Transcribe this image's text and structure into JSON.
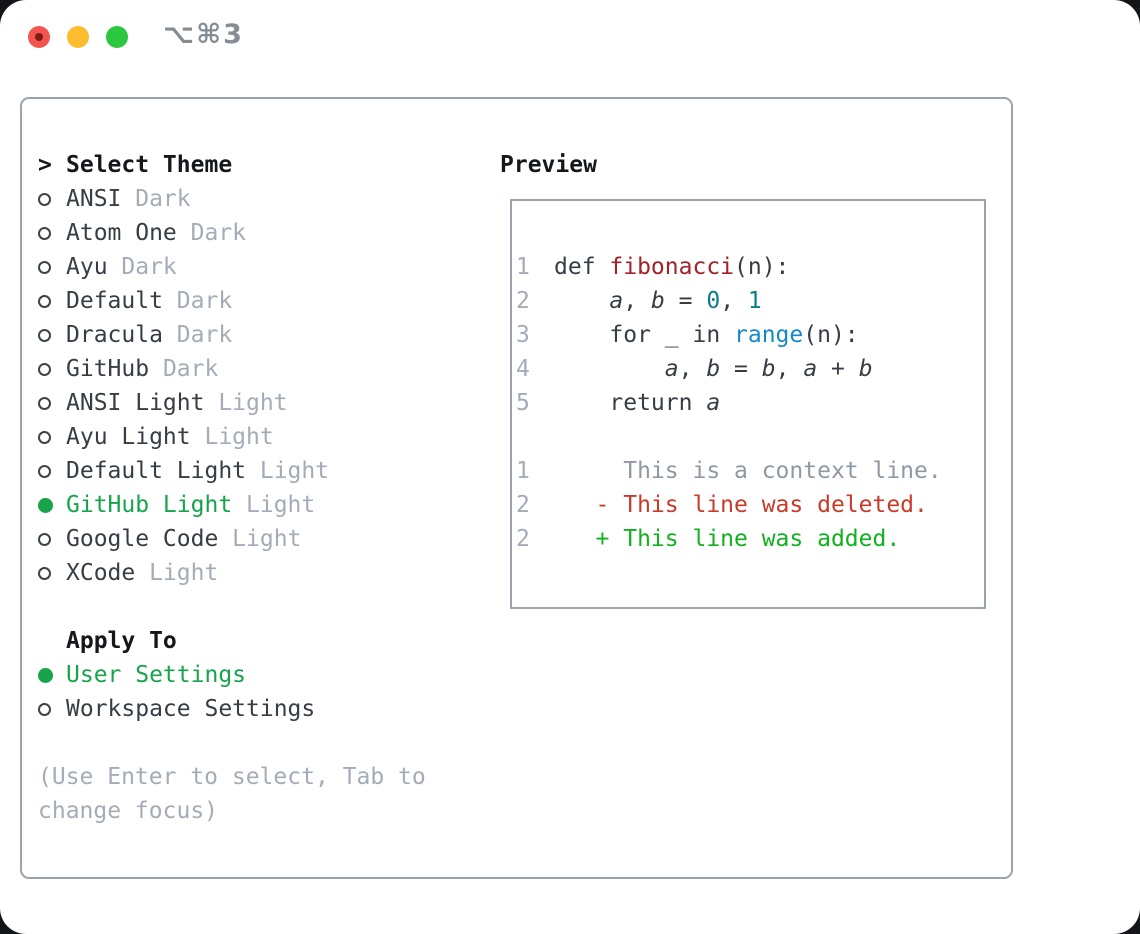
{
  "window": {
    "title": "⌥⌘3",
    "traffic_lights": [
      "close",
      "minimize",
      "zoom"
    ]
  },
  "theme_picker": {
    "header_prefix": ">",
    "header_label": "Select Theme",
    "items": [
      {
        "name": "ANSI",
        "variant": "Dark",
        "selected": false
      },
      {
        "name": "Atom One",
        "variant": "Dark",
        "selected": false
      },
      {
        "name": "Ayu",
        "variant": "Dark",
        "selected": false
      },
      {
        "name": "Default",
        "variant": "Dark",
        "selected": false
      },
      {
        "name": "Dracula",
        "variant": "Dark",
        "selected": false
      },
      {
        "name": "GitHub",
        "variant": "Dark",
        "selected": false
      },
      {
        "name": "ANSI Light",
        "variant": "Light",
        "selected": false
      },
      {
        "name": "Ayu Light",
        "variant": "Light",
        "selected": false
      },
      {
        "name": "Default Light",
        "variant": "Light",
        "selected": false
      },
      {
        "name": "GitHub Light",
        "variant": "Light",
        "selected": true
      },
      {
        "name": "Google Code",
        "variant": "Light",
        "selected": false
      },
      {
        "name": "XCode",
        "variant": "Light",
        "selected": false
      }
    ],
    "apply_to_label": "Apply To",
    "apply_options": [
      {
        "label": "User Settings",
        "selected": true
      },
      {
        "label": "Workspace Settings",
        "selected": false
      }
    ],
    "footer_hint": "(Use Enter to select, Tab to change focus)"
  },
  "preview": {
    "title": "Preview",
    "lines": [
      {
        "num": "1",
        "segments": [
          {
            "t": "def ",
            "s": "code"
          },
          {
            "t": "fibonacci",
            "s": "func"
          },
          {
            "t": "(n):",
            "s": "code"
          }
        ]
      },
      {
        "num": "2",
        "segments": [
          {
            "t": "    ",
            "s": "code"
          },
          {
            "t": "a",
            "s": "var"
          },
          {
            "t": ", ",
            "s": "code"
          },
          {
            "t": "b",
            "s": "var"
          },
          {
            "t": " = ",
            "s": "code"
          },
          {
            "t": "0",
            "s": "num"
          },
          {
            "t": ", ",
            "s": "code"
          },
          {
            "t": "1",
            "s": "num"
          }
        ]
      },
      {
        "num": "3",
        "segments": [
          {
            "t": "    for _ in ",
            "s": "code"
          },
          {
            "t": "range",
            "s": "builtin"
          },
          {
            "t": "(n):",
            "s": "code"
          }
        ]
      },
      {
        "num": "4",
        "segments": [
          {
            "t": "        ",
            "s": "code"
          },
          {
            "t": "a",
            "s": "var"
          },
          {
            "t": ", ",
            "s": "code"
          },
          {
            "t": "b",
            "s": "var"
          },
          {
            "t": " = ",
            "s": "code"
          },
          {
            "t": "b",
            "s": "var"
          },
          {
            "t": ", ",
            "s": "code"
          },
          {
            "t": "a",
            "s": "var"
          },
          {
            "t": " + ",
            "s": "code"
          },
          {
            "t": "b",
            "s": "var"
          }
        ]
      },
      {
        "num": "5",
        "segments": [
          {
            "t": "    return ",
            "s": "code"
          },
          {
            "t": "a",
            "s": "var"
          }
        ]
      },
      {
        "num": "",
        "segments": []
      },
      {
        "num": "1",
        "segments": [
          {
            "t": "     This is a context line.",
            "s": "context"
          }
        ]
      },
      {
        "num": "2",
        "segments": [
          {
            "t": "   ",
            "s": "code"
          },
          {
            "t": "- This line was deleted.",
            "s": "deleted"
          }
        ]
      },
      {
        "num": "2",
        "segments": [
          {
            "t": "   ",
            "s": "code"
          },
          {
            "t": "+ This line was added.",
            "s": "added"
          }
        ]
      }
    ]
  },
  "colors": {
    "selected_green": "#17a44b",
    "added_green": "#13b120",
    "deleted_red": "#c83a2a",
    "function_red": "#a32128",
    "number_teal": "#0e7d88",
    "builtin_blue": "#1389c9",
    "muted_gray": "#a4acb8",
    "text_dark": "#363d45",
    "border_gray": "#9aa3ae",
    "traffic_red": "#f2544e",
    "traffic_yellow": "#fbbd2d",
    "traffic_green": "#2bc73e"
  }
}
